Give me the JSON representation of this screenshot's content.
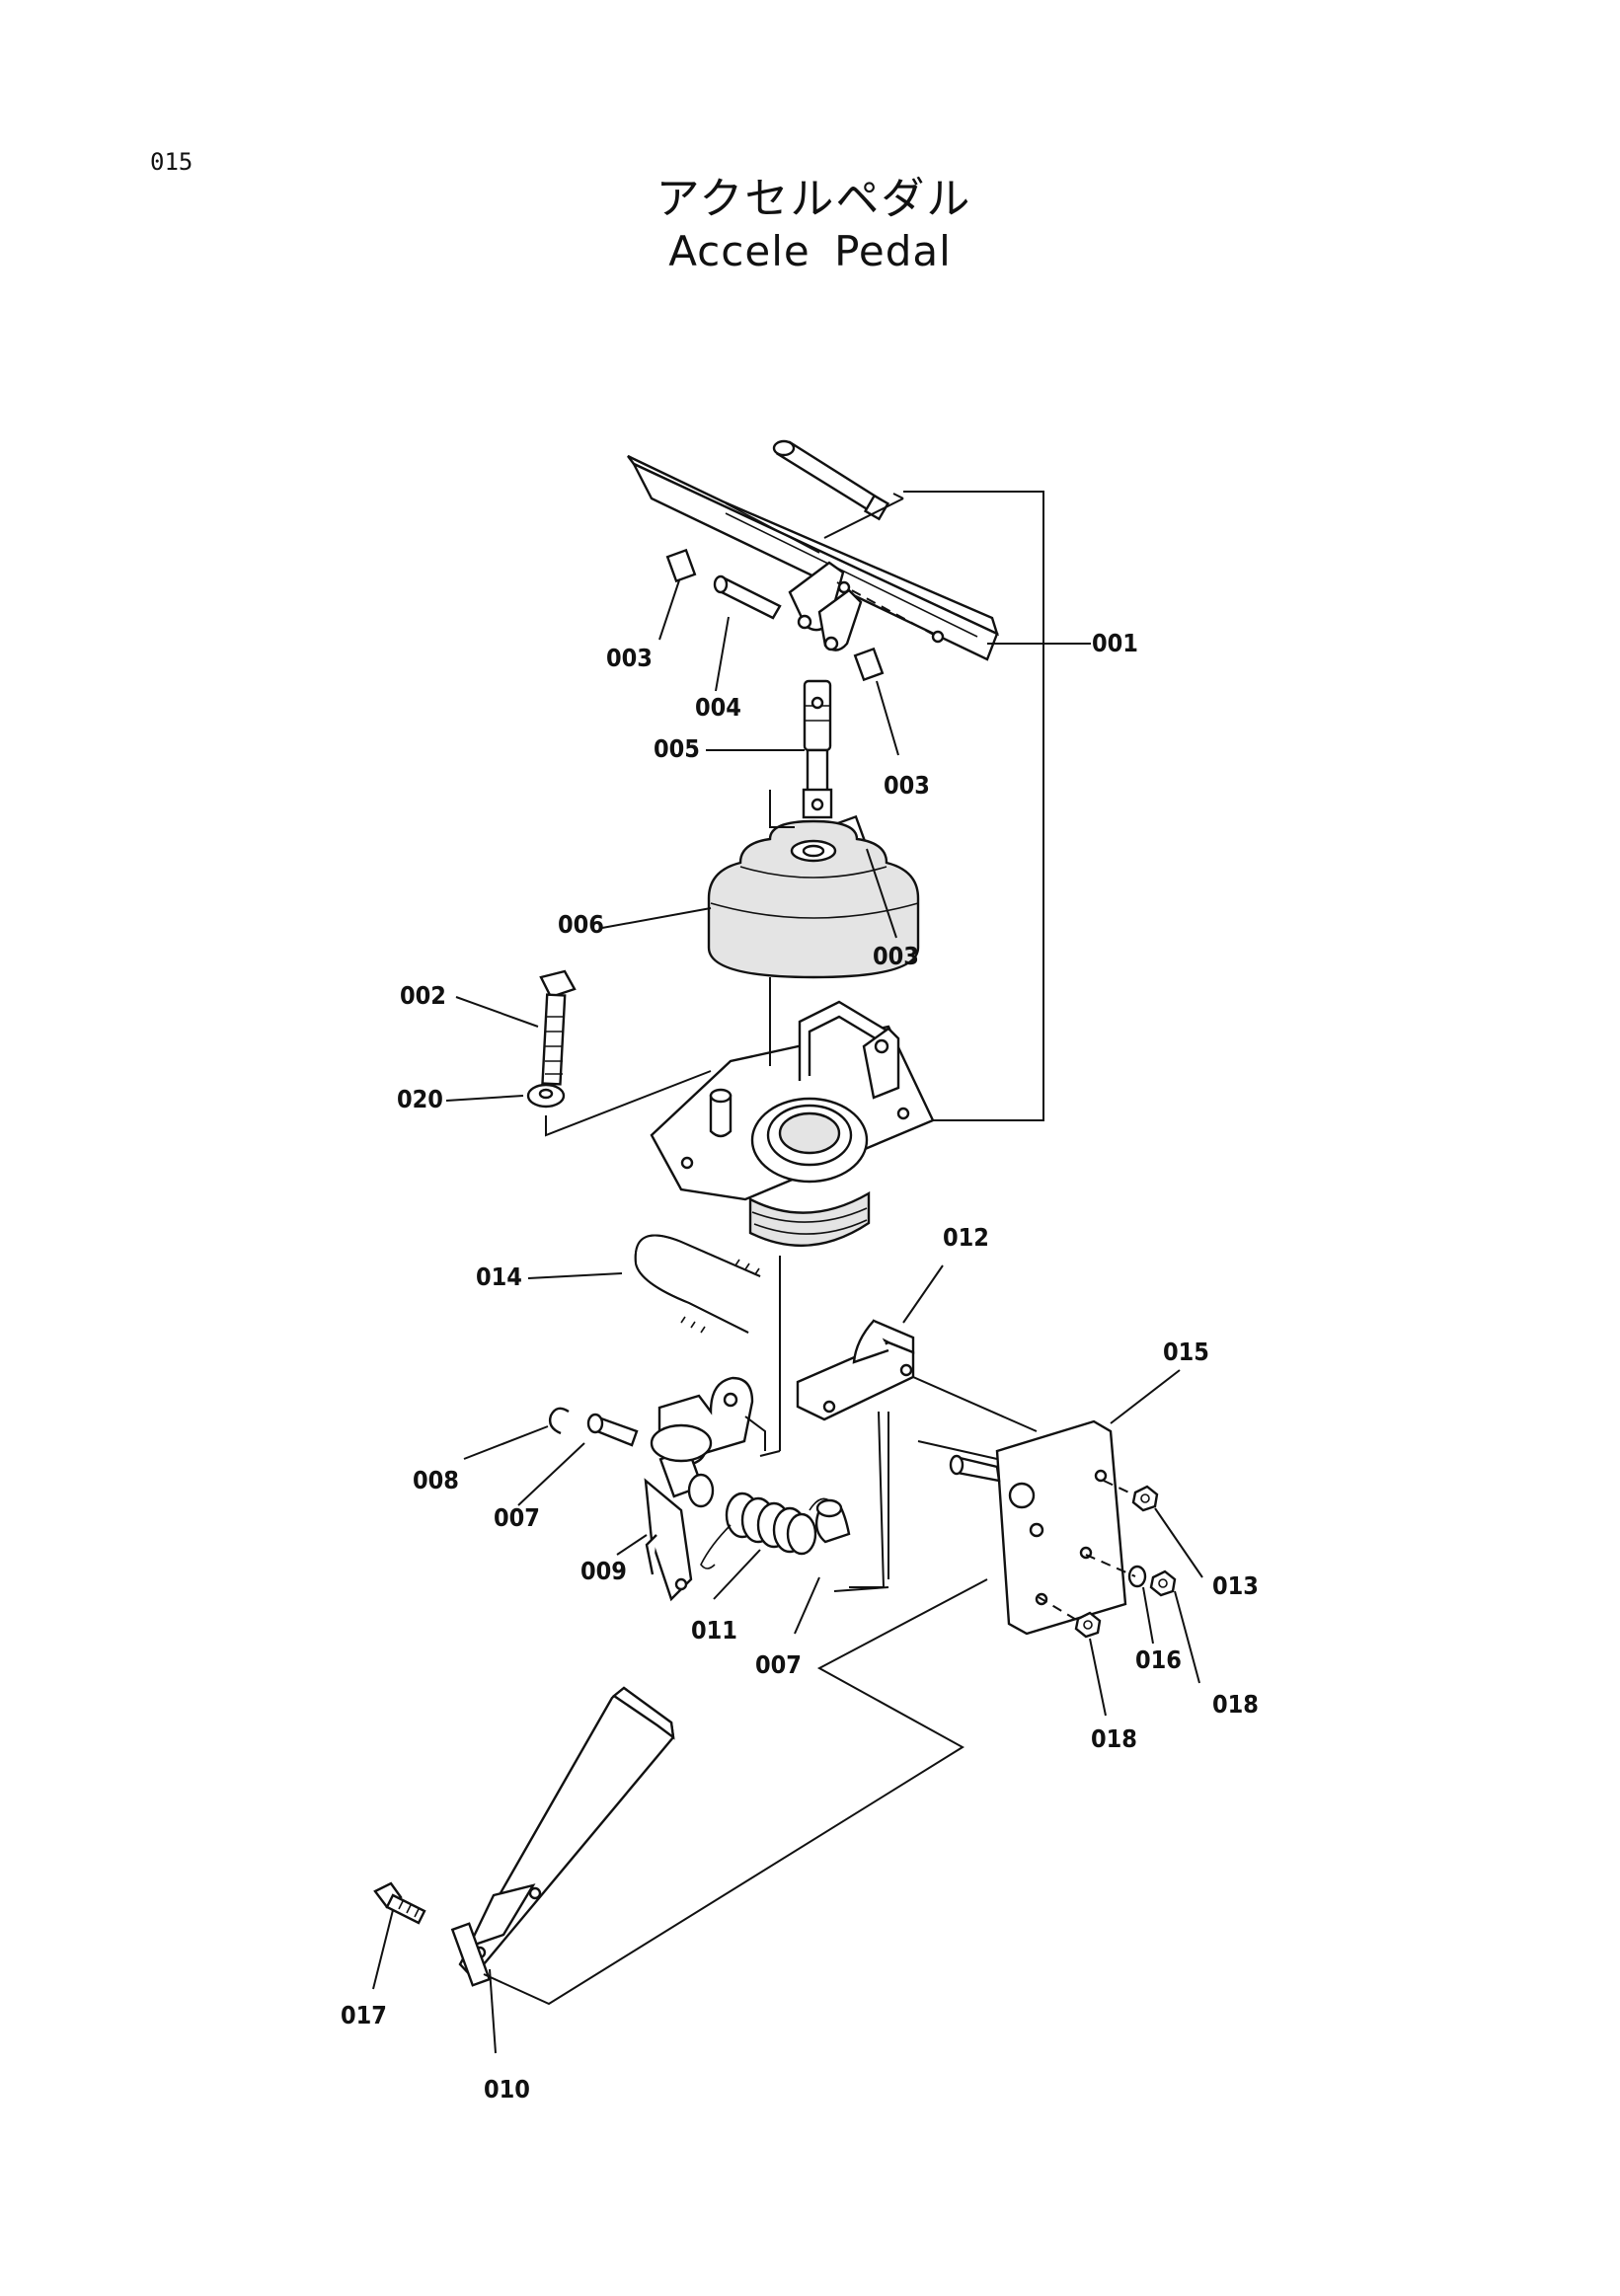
{
  "page_number": "015",
  "title_jp": "アクセルペダル",
  "title_en": "Accele  Pedal",
  "callouts": [
    {
      "id": "001",
      "label": "001"
    },
    {
      "id": "002",
      "label": "002"
    },
    {
      "id": "003a",
      "label": "003"
    },
    {
      "id": "003b",
      "label": "003"
    },
    {
      "id": "003c",
      "label": "003"
    },
    {
      "id": "004",
      "label": "004"
    },
    {
      "id": "005",
      "label": "005"
    },
    {
      "id": "006",
      "label": "006"
    },
    {
      "id": "007a",
      "label": "007"
    },
    {
      "id": "007b",
      "label": "007"
    },
    {
      "id": "008",
      "label": "008"
    },
    {
      "id": "009",
      "label": "009"
    },
    {
      "id": "010",
      "label": "010"
    },
    {
      "id": "011",
      "label": "011"
    },
    {
      "id": "012",
      "label": "012"
    },
    {
      "id": "013",
      "label": "013"
    },
    {
      "id": "014",
      "label": "014"
    },
    {
      "id": "015",
      "label": "015"
    },
    {
      "id": "016",
      "label": "016"
    },
    {
      "id": "017",
      "label": "017"
    },
    {
      "id": "018a",
      "label": "018"
    },
    {
      "id": "018b",
      "label": "018"
    },
    {
      "id": "020",
      "label": "020"
    }
  ]
}
